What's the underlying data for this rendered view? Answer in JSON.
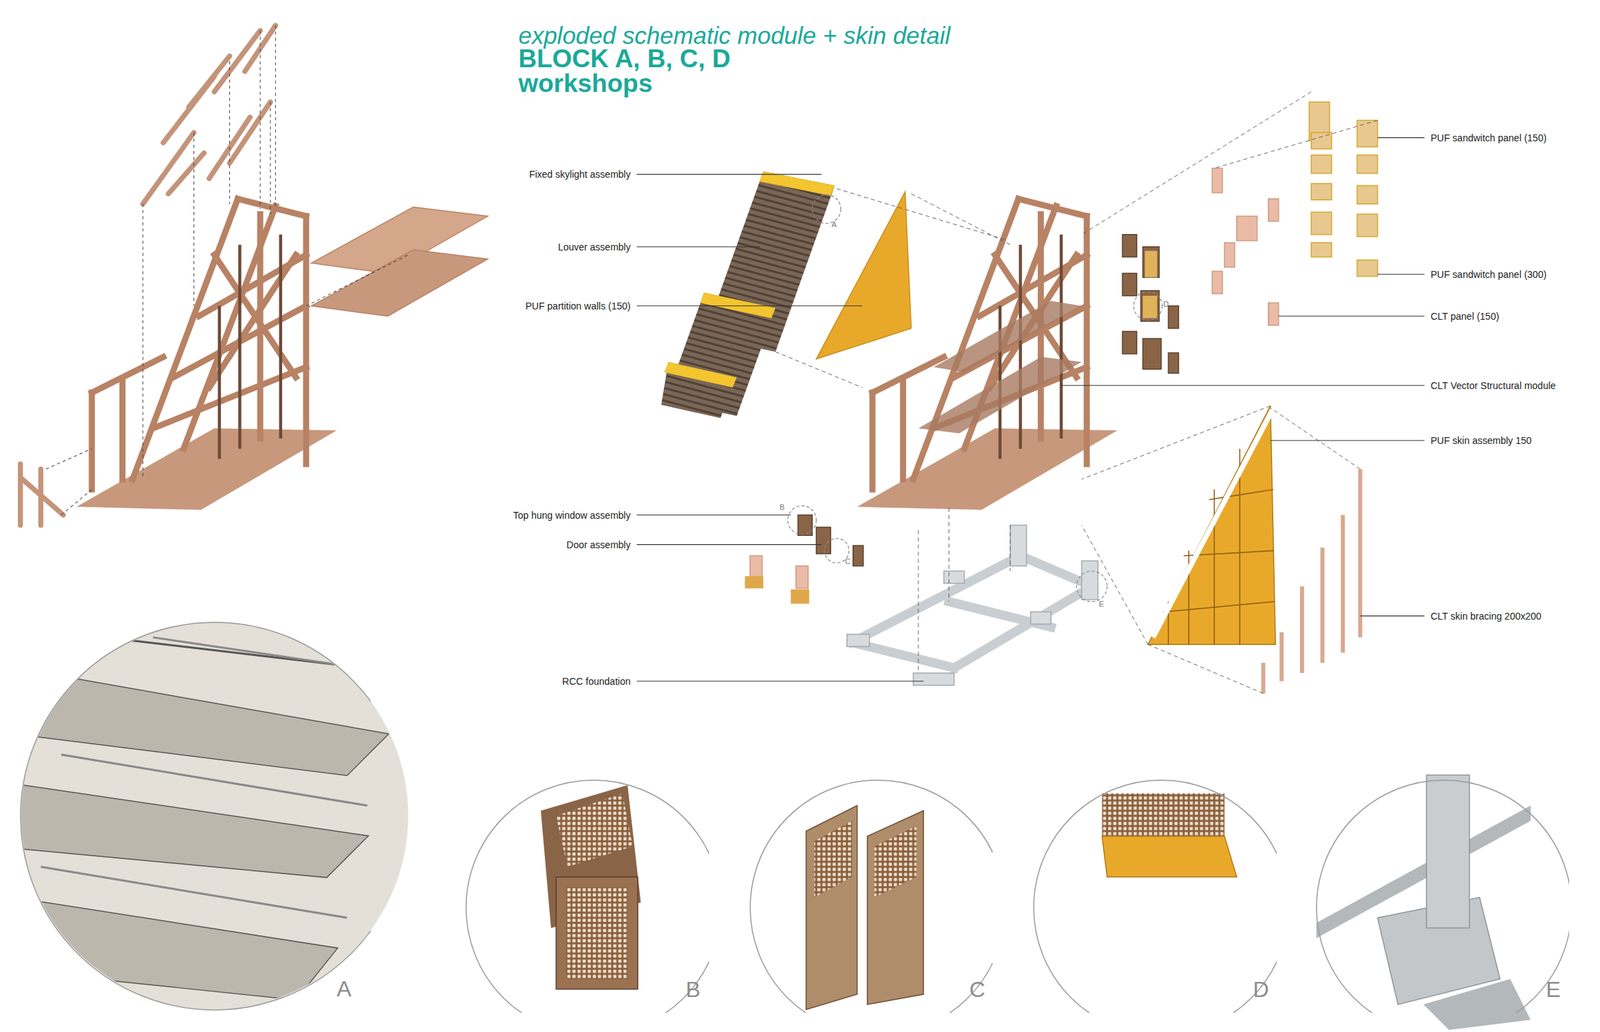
{
  "diagram": {
    "title": "exploded schematic module + skin detail",
    "nodes": [
      {
        "text": [
          "A"
        ]
      },
      {
        "text": [
          "B"
        ]
      },
      {
        "text": [
          "C"
        ]
      },
      {
        "text": [
          "D"
        ]
      },
      {
        "text": [
          "E"
        ]
      }
    ],
    "labels": [
      "BLOCK A, B, C, D",
      "workshops",
      "Fixed skylight assembly",
      "Louver assembly",
      "PUF partition walls (150)",
      "Top hung window assembly",
      "Door assembly",
      "RCC foundation",
      "PUF sandwitch panel (150)",
      "PUF sandwitch panel (300)",
      "CLT panel (150)",
      "CLT Vector Structural module",
      "PUF skin assembly 150",
      "CLT skin bracing 200x200",
      "A",
      "B",
      "C",
      "D",
      "E"
    ]
  }
}
